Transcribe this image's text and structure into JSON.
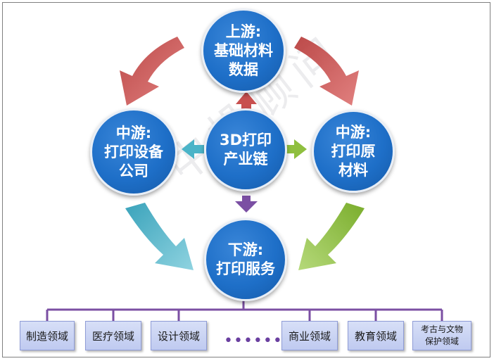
{
  "nodes": {
    "upstream": "上游:\n基础材料\n数据",
    "center": "3D打印\n产业链",
    "midstream_equipment": "中游:\n打印设备\n公司",
    "midstream_materials": "中游:\n打印原\n材料",
    "downstream": "下游:\n打印服务"
  },
  "domains": [
    "制造领域",
    "医疗领域",
    "设计领域",
    "商业领域",
    "教育领域",
    "考古与文物\n保护领域"
  ],
  "ellipsis": "••••••",
  "watermark": "中投顾问",
  "colors": {
    "node_blue": "#1e6fc8",
    "arrow_red": "#c8504f",
    "arrow_cyan": "#4bb4c8",
    "arrow_green": "#8fbf3f",
    "arrow_purple": "#7b4fa3",
    "tree_line": "#7b4fa3"
  }
}
